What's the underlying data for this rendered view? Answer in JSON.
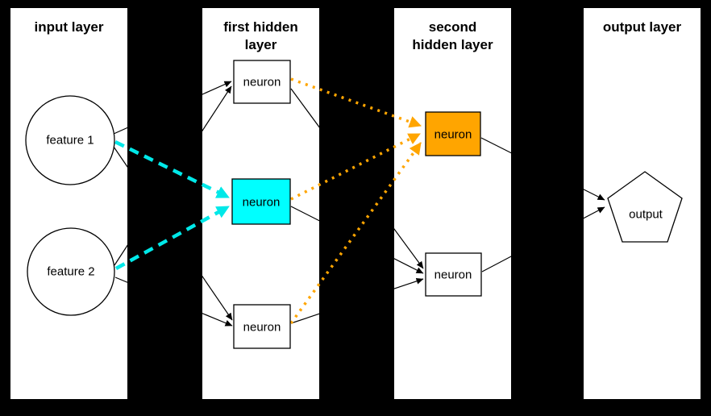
{
  "diagram": {
    "type": "neural-network-architecture",
    "description": "Feed-forward neural network with input layer, two hidden layers and output layer; connections into the middle first-hidden neuron are highlighted cyan dashed, connections into the top second-hidden neuron are highlighted orange dotted."
  },
  "columns": [
    {
      "id": "input-layer",
      "title_lines": [
        "input layer"
      ]
    },
    {
      "id": "first-hidden-layer",
      "title_lines": [
        "first hidden",
        "layer"
      ]
    },
    {
      "id": "second-hidden-layer",
      "title_lines": [
        "second",
        "hidden layer"
      ]
    },
    {
      "id": "output-layer",
      "title_lines": [
        "output layer"
      ]
    }
  ],
  "nodes": {
    "feature1": {
      "label": "feature 1",
      "shape": "circle",
      "fill": "#ffffff"
    },
    "feature2": {
      "label": "feature 2",
      "shape": "circle",
      "fill": "#ffffff"
    },
    "h1_top": {
      "label": "neuron",
      "shape": "rect",
      "fill": "#ffffff"
    },
    "h1_mid": {
      "label": "neuron",
      "shape": "rect",
      "fill": "#00ffff"
    },
    "h1_bot": {
      "label": "neuron",
      "shape": "rect",
      "fill": "#ffffff"
    },
    "h2_top": {
      "label": "neuron",
      "shape": "rect",
      "fill": "#ffa500"
    },
    "h2_bot": {
      "label": "neuron",
      "shape": "rect",
      "fill": "#ffffff"
    },
    "output": {
      "label": "output",
      "shape": "pentagon",
      "fill": "#ffffff"
    }
  },
  "edges": [
    {
      "from": "feature1",
      "to": "h1_top",
      "style": "solid-black"
    },
    {
      "from": "feature1",
      "to": "h1_mid",
      "style": "dashed-cyan"
    },
    {
      "from": "feature1",
      "to": "h1_bot",
      "style": "solid-black"
    },
    {
      "from": "feature2",
      "to": "h1_top",
      "style": "solid-black"
    },
    {
      "from": "feature2",
      "to": "h1_mid",
      "style": "dashed-cyan"
    },
    {
      "from": "feature2",
      "to": "h1_bot",
      "style": "solid-black"
    },
    {
      "from": "h1_top",
      "to": "h2_top",
      "style": "dotted-orange"
    },
    {
      "from": "h1_mid",
      "to": "h2_top",
      "style": "dotted-orange"
    },
    {
      "from": "h1_bot",
      "to": "h2_top",
      "style": "dotted-orange"
    },
    {
      "from": "h1_top",
      "to": "h2_bot",
      "style": "solid-black"
    },
    {
      "from": "h1_mid",
      "to": "h2_bot",
      "style": "solid-black"
    },
    {
      "from": "h1_bot",
      "to": "h2_bot",
      "style": "solid-black"
    },
    {
      "from": "h2_top",
      "to": "output",
      "style": "solid-black"
    },
    {
      "from": "h2_bot",
      "to": "output",
      "style": "solid-black"
    }
  ],
  "colors": {
    "highlight_cyan": "#00e8e8",
    "cyan_fill": "#00ffff",
    "highlight_orange": "#ffa500",
    "edge_black": "#000000",
    "panel_white": "#ffffff",
    "background": "#000000"
  }
}
